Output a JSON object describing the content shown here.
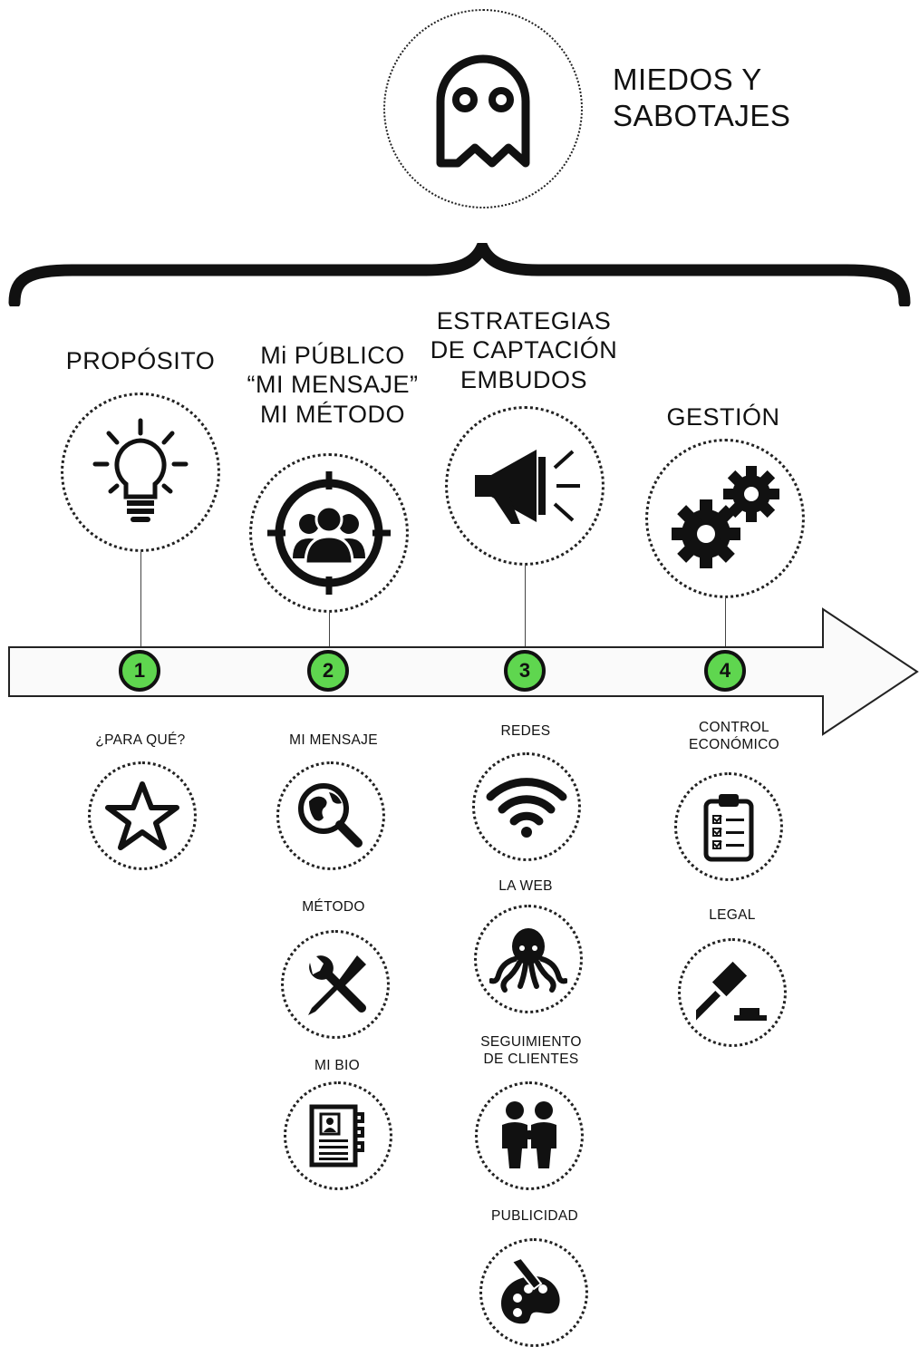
{
  "header": {
    "title_line1": "MIEDOS Y",
    "title_line2": "SABOTAJES",
    "icon": "ghost-icon"
  },
  "stages": [
    {
      "number": "1",
      "title_lines": [
        "PROPÓSITO"
      ],
      "icon": "lightbulb-icon"
    },
    {
      "number": "2",
      "title_lines": [
        "Mi PÚBLICO",
        "“MI MENSAJE”",
        "MI MÉTODO"
      ],
      "icon": "target-audience-icon"
    },
    {
      "number": "3",
      "title_lines": [
        "ESTRATEGIAS",
        "DE CAPTACIÓN",
        "EMBUDOS"
      ],
      "icon": "megaphone-icon"
    },
    {
      "number": "4",
      "title_lines": [
        "GESTIÓN"
      ],
      "icon": "gears-icon"
    }
  ],
  "substeps": {
    "col1": [
      {
        "label_lines": [
          "¿PARA QUÉ?"
        ],
        "icon": "star-icon"
      }
    ],
    "col2": [
      {
        "label_lines": [
          "MI MENSAJE"
        ],
        "icon": "globe-search-icon"
      },
      {
        "label_lines": [
          "MÉTODO"
        ],
        "icon": "tools-icon"
      },
      {
        "label_lines": [
          "MI BIO"
        ],
        "icon": "resume-icon"
      }
    ],
    "col3": [
      {
        "label_lines": [
          "REDES"
        ],
        "icon": "wifi-icon"
      },
      {
        "label_lines": [
          "LA WEB"
        ],
        "icon": "octopus-icon"
      },
      {
        "label_lines": [
          "SEGUIMIENTO",
          "DE CLIENTES"
        ],
        "icon": "people-icon"
      },
      {
        "label_lines": [
          "PUBLICIDAD"
        ],
        "icon": "palette-icon"
      }
    ],
    "col4": [
      {
        "label_lines": [
          "CONTROL",
          "ECONÓMICO"
        ],
        "icon": "clipboard-checklist-icon"
      },
      {
        "label_lines": [
          "LEGAL"
        ],
        "icon": "gavel-icon"
      }
    ]
  },
  "colors": {
    "step_badge": "#5fd64f",
    "ink": "#111111"
  }
}
